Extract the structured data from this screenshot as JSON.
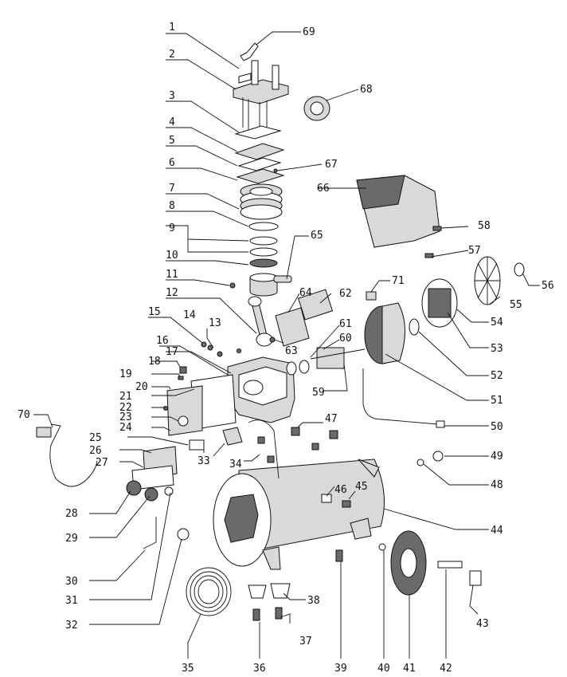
{
  "diagram": {
    "type": "exploded parts diagram",
    "part_numbers": [
      "1",
      "2",
      "3",
      "4",
      "5",
      "6",
      "7",
      "8",
      "9",
      "10",
      "11",
      "12",
      "13",
      "14",
      "15",
      "16",
      "17",
      "18",
      "19",
      "20",
      "21",
      "22",
      "23",
      "24",
      "25",
      "26",
      "27",
      "28",
      "29",
      "30",
      "31",
      "32",
      "33",
      "34",
      "35",
      "36",
      "37",
      "38",
      "39",
      "40",
      "41",
      "42",
      "43",
      "44",
      "45",
      "46",
      "47",
      "48",
      "49",
      "50",
      "51",
      "52",
      "53",
      "54",
      "55",
      "56",
      "57",
      "58",
      "59",
      "60",
      "61",
      "62",
      "63",
      "64",
      "65",
      "66",
      "67",
      "68",
      "69",
      "70",
      "71"
    ]
  }
}
